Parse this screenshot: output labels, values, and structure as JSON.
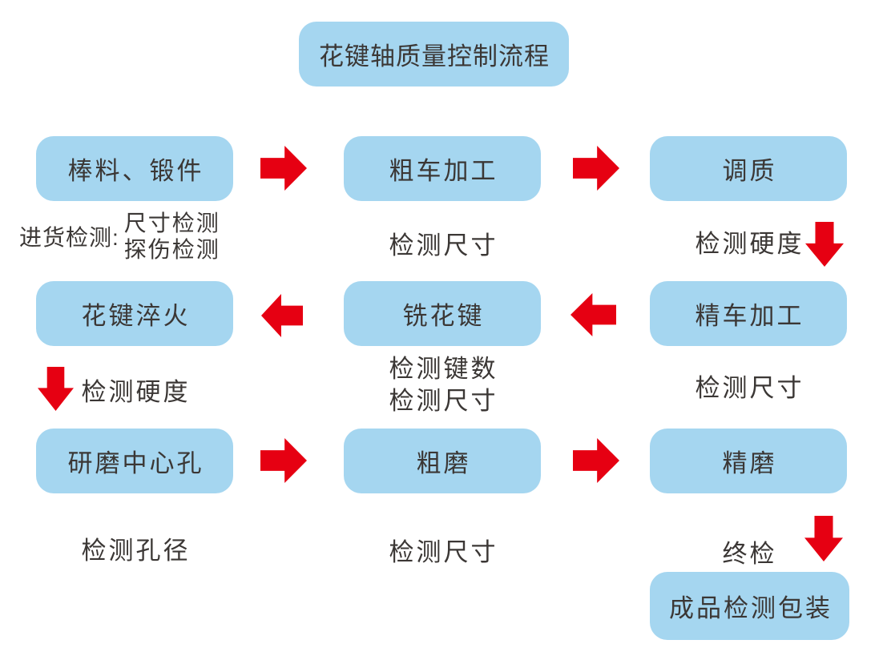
{
  "title": "花键轴质量控制流程",
  "boxes": {
    "raw_material": "棒料、锻件",
    "rough_turning": "粗车加工",
    "quench_temper": "调质",
    "spline_quenching": "花键淬火",
    "spline_milling": "铣花键",
    "finish_turning": "精车加工",
    "grind_center_hole": "研磨中心孔",
    "rough_grinding": "粗磨",
    "fine_grinding": "精磨",
    "finished_packaging": "成品检测包装"
  },
  "inspections": {
    "incoming_prefix": "进货检测:",
    "incoming_item_size": "尺寸检测",
    "incoming_item_flaw": "探伤检测",
    "after_rough_turning": "检测尺寸",
    "after_quench_temper": "检测硬度",
    "after_spline_quenching": "检测硬度",
    "after_spline_milling_keys": "检测键数",
    "after_spline_milling_size": "检测尺寸",
    "after_finish_turning": "检测尺寸",
    "after_grind_center_hole": "检测孔径",
    "after_rough_grinding": "检测尺寸",
    "final_inspection": "终检"
  },
  "icons": {
    "arrow_right": "block-arrow-right",
    "arrow_left": "block-arrow-left",
    "arrow_down": "block-arrow-down"
  },
  "colors": {
    "box_fill": "#A5D6F0",
    "arrow": "#E60012",
    "text": "#3B3735",
    "background": "#FFFFFF"
  }
}
